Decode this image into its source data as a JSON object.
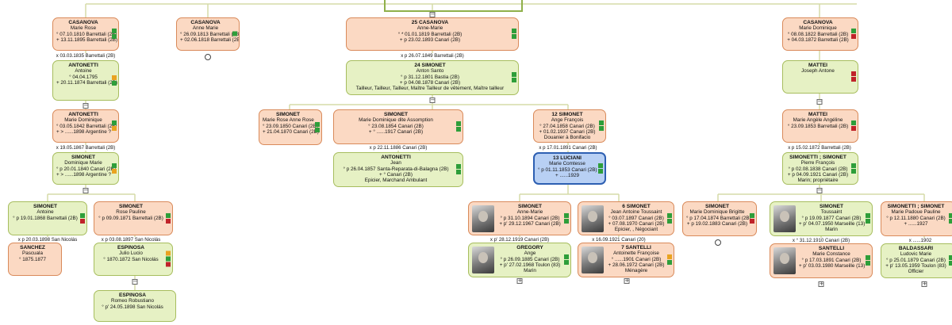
{
  "colors": {
    "female_bg": "#fbd9c3",
    "male_bg": "#e6f1c4",
    "selected_bg": "#b8d0f4",
    "line": "#d6dba8"
  },
  "persons": [
    {
      "id": "p1",
      "sex": "f",
      "lines": [
        "CASANOVA",
        "Marie Rose",
        "° 07.10.1810 Barrettali (2B)",
        "+ 13.11.1895 Barrettali (2B)"
      ],
      "flags": [
        "g",
        "g"
      ]
    },
    {
      "id": "p2",
      "sex": "f",
      "lines": [
        "CASANOVA",
        "Anne Marie",
        "° 26.09.1813 Barrettali (2B)",
        "+ 02.06.1818 Barrettali (2B)"
      ],
      "flags": [
        "g"
      ]
    },
    {
      "id": "p3",
      "sex": "f",
      "lines": [
        "25 CASANOVA",
        "Anne-Marie",
        "° * 01.01.1819 Barrettali (2B)",
        "+ p 23.02.1893 Canari (2B)"
      ],
      "flags": [
        "g",
        "g"
      ]
    },
    {
      "id": "p4",
      "sex": "f",
      "lines": [
        "CASANOVA",
        "Marie Dominique",
        "° 08.08.1822 Barrettali (2B)",
        "+ 04.03.1872 Barrettali (2B)"
      ],
      "flags": [
        "g",
        "r"
      ]
    },
    {
      "id": "p5",
      "sex": "m",
      "lines": [
        "ANTONETTI",
        "Antoine",
        "° 04.04.1795",
        "+ 20.11.1874 Barrettali (2B)"
      ],
      "flags": [
        "o",
        "g"
      ]
    },
    {
      "id": "p6",
      "sex": "m",
      "lines": [
        "24 SIMONET",
        "Anton Santo",
        "° p 31.12.1801 Bastia (2B)",
        "+ p 04.08.1878 Canari (2B)",
        "Tailleur, Tailleur, Tailleur, Maître Tailleur de vêtement, Maître tailleur"
      ],
      "flags": [
        "g",
        "g"
      ]
    },
    {
      "id": "p7",
      "sex": "m",
      "lines": [
        "MATTEI",
        "Joseph Antone"
      ],
      "flags": [
        "r",
        "r"
      ]
    },
    {
      "id": "p8",
      "sex": "f",
      "lines": [
        "ANTONETTI",
        "Marie Dominique",
        "° 03.05.1842 Barrettali (2B)",
        "+ > ......1898 Argentine ?"
      ],
      "flags": [
        "g",
        "o"
      ]
    },
    {
      "id": "p9",
      "sex": "f",
      "lines": [
        "SIMONET",
        "Marie Rose Anne Rose",
        "° 23.09.1850 Canari (2B)",
        "+ 21.04.1870 Canari (2B)"
      ],
      "flags": [
        "g",
        "g"
      ]
    },
    {
      "id": "p10",
      "sex": "f",
      "lines": [
        "SIMONET",
        "Marie Dominique dite Assomption",
        "° 23.08.1854 Canari (2B)",
        "+ ° ......1917 Canari (2B)"
      ],
      "flags": [
        "g",
        "g"
      ]
    },
    {
      "id": "p11",
      "sex": "f",
      "lines": [
        "12 SIMONET",
        "Ange François",
        "° 27.04.1858 Canari (2B)",
        "+ 01.02.1937 Canari (2B)",
        "Douanier à Bonifacio"
      ],
      "flags": [
        "g",
        "g"
      ]
    },
    {
      "id": "p12",
      "sex": "f",
      "lines": [
        "MATTEI",
        "Marie Angèle Angéline",
        "° 23.09.1853 Barrettali (2B)"
      ],
      "flags": [
        "g",
        "r"
      ]
    },
    {
      "id": "p13",
      "sex": "m",
      "lines": [
        "SIMONET",
        "Dominique Marie",
        "° p 20.01.1840 Canari (2B)",
        "+ > ......1898 Argentine ?"
      ],
      "flags": [
        "g",
        "o"
      ]
    },
    {
      "id": "p14",
      "sex": "m",
      "lines": [
        "ANTONETTI",
        "Jean",
        "° p 26.04.1857 Santa-Reparata-di-Balagna (2B)",
        "+ ° Canari (2B)",
        "Epicier, Marchand Ambulant"
      ],
      "flags": [
        "g",
        "g"
      ]
    },
    {
      "id": "p15",
      "sex": "sel",
      "lines": [
        "13 LUCIANI",
        "Marie Comtesse",
        "° p 01.11.1853 Canari (2B)",
        "+ ......1929"
      ],
      "flags": [
        "g",
        "g"
      ]
    },
    {
      "id": "p16",
      "sex": "m",
      "lines": [
        "SIMONETTI ; SIMONET",
        "Pierre François",
        "° p 02.08.1838 Canari (2B)",
        "+ p 04.09.1921 Canari (2B)",
        "Marin; propriétaire"
      ],
      "flags": [
        "g",
        "g"
      ]
    },
    {
      "id": "p17",
      "sex": "m",
      "lines": [
        "SIMONET",
        "Antoine",
        "° p 19.01.1868 Barrettali (2B)"
      ],
      "flags": [
        "g",
        "r"
      ]
    },
    {
      "id": "p18",
      "sex": "f",
      "lines": [
        "SIMONET",
        "Rose Pauline",
        "° p 09.09.1871 Barrettali (2B)"
      ],
      "flags": [
        "g",
        "r"
      ]
    },
    {
      "id": "p19",
      "sex": "f",
      "lines": [
        "SIMONET",
        "Anne-Marie",
        "° p 31.10.1894 Canari (2B)",
        "+ p' 29.12.1967 Canari (2B)"
      ],
      "flags": [
        "g",
        "g"
      ],
      "photo": true
    },
    {
      "id": "p20",
      "sex": "f",
      "lines": [
        "6 SIMONET",
        "Jean Antoine Toussaint",
        "° 03.07.1897 Canari (2B)",
        "+ 07.08.1970 Canari (2B)",
        "Epicier, , Négociant"
      ],
      "flags": [
        "g",
        "g"
      ],
      "photo": true
    },
    {
      "id": "p21",
      "sex": "f",
      "lines": [
        "SIMONET",
        "Marie Dominique Brigitte",
        "° p 17.04.1874 Barrettali (2B)",
        "+ p 19.02.1883 Canari (2B)"
      ],
      "flags": [
        "g",
        "r"
      ]
    },
    {
      "id": "p22",
      "sex": "m",
      "lines": [
        "SIMONET",
        "Toussaint",
        "° p 19.09.1877 Canari (2B)",
        "+ p' 04.07.1950 Marseille (13)",
        "Marin"
      ],
      "flags": [
        "g",
        "g"
      ],
      "photo": true
    },
    {
      "id": "p23",
      "sex": "f",
      "lines": [
        "SIMONETTI ; SIMONET",
        "Marie Padoue Pauline",
        "° p 12.11.1880 Canari (2B)",
        "+ ......1927"
      ],
      "flags": [
        "g",
        "g"
      ]
    },
    {
      "id": "p24",
      "sex": "f",
      "lines": [
        "SANCHEZ",
        "Pascuala",
        "° 1875.1877"
      ],
      "flags": []
    },
    {
      "id": "p25",
      "sex": "m",
      "lines": [
        "ESPINOSA",
        "Julio Lucio",
        "° 1870.1872 San Nicolás"
      ],
      "flags": [
        "o",
        "g",
        "r"
      ]
    },
    {
      "id": "p26",
      "sex": "m",
      "lines": [
        "GREGORY",
        "Ange",
        "° p 26.09.1885 Canari (2B)",
        "+ p' 27.02.1968 Toulon (83)",
        "Marin"
      ],
      "flags": [
        "g",
        "g"
      ],
      "photo": true
    },
    {
      "id": "p27",
      "sex": "f",
      "lines": [
        "7 SANTELLI",
        "Antoinette Françoise",
        "° ......1901 Canari (2B)",
        "+ 28.06.1972 Canari (2B)",
        "Ménagère"
      ],
      "flags": [
        "o",
        "g"
      ],
      "photo": true
    },
    {
      "id": "p28",
      "sex": "f",
      "lines": [
        "SANTELLI",
        "Marie Constance",
        "° p 17.03.1891 Canari (2B)",
        "+ p' 03.03.1980 Marseille (13)"
      ],
      "flags": [
        "g",
        "g"
      ],
      "photo": true
    },
    {
      "id": "p29",
      "sex": "m",
      "lines": [
        "BALDASSARI",
        "Ludovic Marie",
        "° p 25.01.1879 Canari (2B)",
        "+ p' 13.05.1959 Toulon (83)",
        "Officier"
      ],
      "flags": [
        "g",
        "g"
      ]
    },
    {
      "id": "p30",
      "sex": "m",
      "lines": [
        "ESPINOSA",
        "Romeo Robustiano",
        "° p' 24.05.1898 San Nicolás"
      ],
      "flags": []
    }
  ],
  "unions": [
    "x 03.03.1835 Barrettali (2B)",
    "x p 26.07.1849 Barrettali (2B)",
    "x 19.05.1867 Barrettali (2B)",
    "x p 22.11.1886 Canari (2B)",
    "x p 17.01.1891 Canari (2B)",
    "x p 15.02.1872 Barrettali (2B)",
    "x p 20.03.1898 San Nicolás",
    "x p 03.08.1897 San Nicolás",
    "x p' 28.12.1919 Canari (2B)",
    "x 16.09.1921 Canari (20)",
    "x ° 31.12.1910 Canari (2B)",
    "x ......1902"
  ],
  "toggle_symbols": {
    "collapse": "−",
    "expand": "+"
  }
}
